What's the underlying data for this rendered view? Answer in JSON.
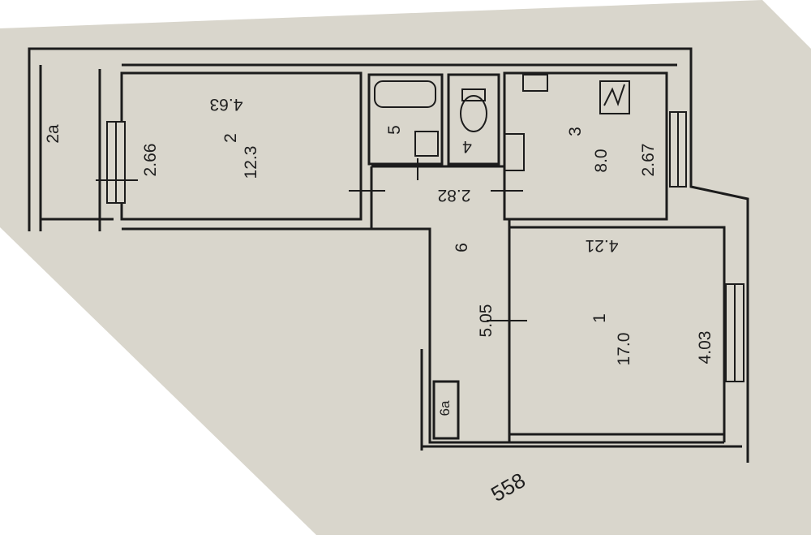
{
  "rooms": [
    {
      "id": "1",
      "area": "17.0",
      "width": "4.21",
      "height": "4.03"
    },
    {
      "id": "2",
      "area": "12.3",
      "width": "4.63",
      "height": "2.66"
    },
    {
      "id": "3",
      "area": "8.0",
      "height": "2.67"
    },
    {
      "id": "4"
    },
    {
      "id": "5"
    },
    {
      "id": "6",
      "length": "5.05",
      "width": "2.82"
    },
    {
      "id": "2a"
    },
    {
      "id": "6a"
    }
  ],
  "plan_number": "558",
  "colors": {
    "paper": "#d9d6cc",
    "wall": "#1c1c1c"
  }
}
